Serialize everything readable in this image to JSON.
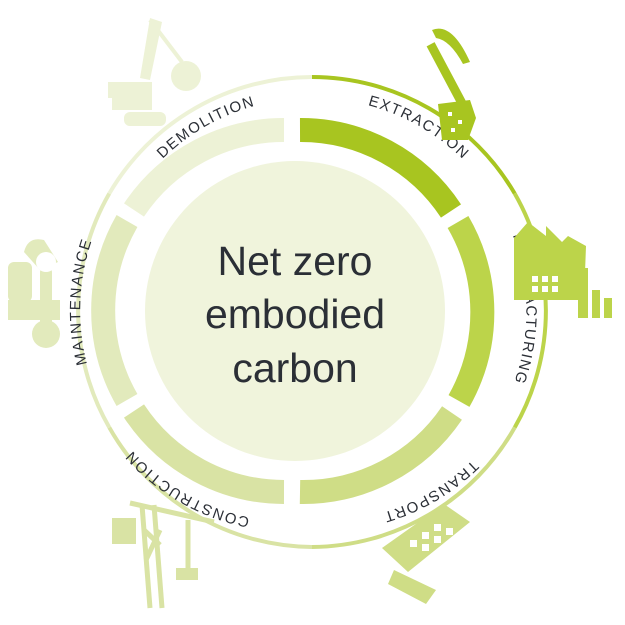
{
  "center": {
    "line1": "Net zero",
    "line2": "embodied",
    "line3": "carbon"
  },
  "stages": [
    {
      "key": "extraction",
      "label": "EXTRACTION",
      "icon": "pickaxe-icon"
    },
    {
      "key": "manufacturing",
      "label": "MANUFACTURING",
      "icon": "factory-icon"
    },
    {
      "key": "transport",
      "label": "TRANSPORT",
      "icon": "ship-icon"
    },
    {
      "key": "construction",
      "label": "CONSTRUCTION",
      "icon": "crane-icon"
    },
    {
      "key": "maintenance",
      "label": "MAINTENANCE",
      "icon": "wrench-icon"
    },
    {
      "key": "demolition",
      "label": "DEMOLITION",
      "icon": "wrecking-ball-icon"
    }
  ],
  "colors": {
    "extraction": "#a8c520",
    "manufacturing": "#bcd44a",
    "transport": "#cfdd86",
    "construction": "#d9e3a4",
    "maintenance": "#e2eabc",
    "demolition": "#edf2d6",
    "center_fill": "#f0f4dc",
    "text": "#2b2f36"
  }
}
